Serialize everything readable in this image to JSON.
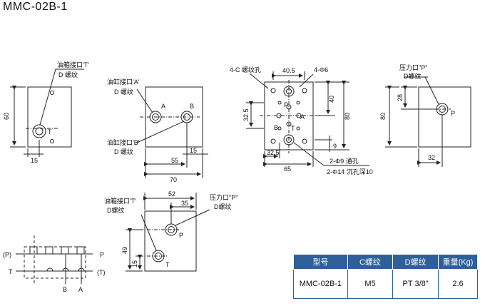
{
  "title": "MMC-02B-1",
  "colors": {
    "table_header": "#2f5f98",
    "line": "#222222"
  },
  "drawings": {
    "view1": {
      "label_tank_port": "油箱接口'T'",
      "label_thread": "D 螺纹",
      "dim_height": "60",
      "dim_offset": "15",
      "port_t": "T"
    },
    "view2": {
      "label_port_a": "油缸接口'A'",
      "label_thread_a": "D 螺纹",
      "label_port_b": "油缸接口'B'",
      "label_thread_b": "D 螺纹",
      "port_a": "A",
      "port_b": "B",
      "dim_15": "15",
      "dim_55": "55",
      "dim_70": "70"
    },
    "view3": {
      "label_c_thread": "4-C 螺纹孔",
      "label_holes": "4-Φ6",
      "dim_40_5": "40.5",
      "dim_40": "40",
      "dim_80": "80",
      "dim_32_5_v": "32.5",
      "dim_9": "9",
      "dim_32_5_h": "32.5",
      "dim_65": "65",
      "note_through": "2-Φ9 通孔",
      "note_counter": "2-Φ14 沉孔深10",
      "port_p": "P",
      "port_a": "A",
      "port_b": "B",
      "port_t": "T"
    },
    "view4": {
      "label_pressure_port": "压力口\"P\"",
      "label_thread": "D螺纹",
      "dim_28": "28",
      "dim_80": "80",
      "dim_32": "32",
      "port_p": "P"
    },
    "view5": {
      "label_tank_port": "油箱接口'T'",
      "label_thread_t": "D螺纹",
      "label_pressure_port": "压力口\"P\"",
      "label_thread_p": "D螺纹",
      "dim_52": "52",
      "dim_35": "35",
      "dim_49": "49",
      "dim_15": "15",
      "port_p": "P",
      "port_t": "T"
    },
    "schematic": {
      "label_p_left": "(P)",
      "label_t_left": "T",
      "label_p_right": "P",
      "label_t_right": "(T)",
      "label_b": "B",
      "label_a": "A"
    }
  },
  "spec_table": {
    "headers": [
      "型号",
      "C螺纹",
      "D螺纹",
      "重量(Kg)"
    ],
    "rows": [
      [
        "MMC-02B-1",
        "M5",
        "PT 3/8\"",
        "2.6"
      ]
    ]
  }
}
